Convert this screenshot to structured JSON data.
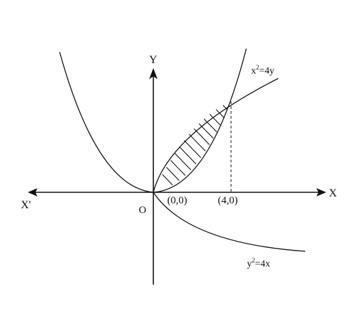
{
  "labels": {
    "y_axis": "Y",
    "x_axis": "X",
    "x_axis_neg": "X'",
    "origin": "O",
    "point_origin": "(0,0)",
    "point_four": "(4,0)"
  },
  "equations": {
    "curve_upper": {
      "left": "x",
      "exp": "2",
      "right": "=4y"
    },
    "curve_lower": {
      "left": "y",
      "exp": "2",
      "right": "=4x"
    }
  },
  "colors": {
    "ink": "#111111",
    "background": "#ffffff"
  }
}
